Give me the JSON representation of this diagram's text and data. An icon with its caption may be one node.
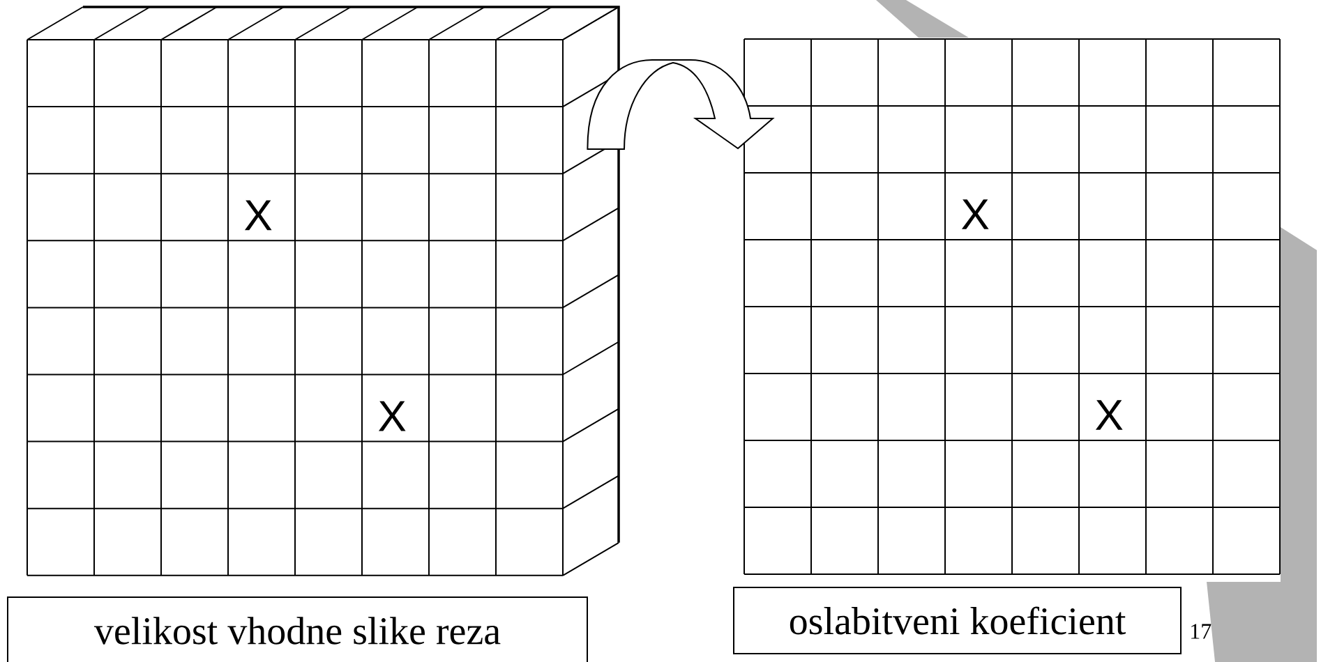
{
  "diagram": {
    "nodes": [
      {
        "text": [
          "X",
          "X"
        ]
      },
      {
        "text": [
          "X",
          "X"
        ]
      },
      {
        "text": [
          "velikost vhodne slike reza"
        ]
      },
      {
        "text": [
          "oslabitveni koeficient"
        ]
      }
    ],
    "edges": [
      {
        "from": 0,
        "to": 1,
        "arrow": "to"
      }
    ],
    "labels": [
      "17"
    ]
  }
}
